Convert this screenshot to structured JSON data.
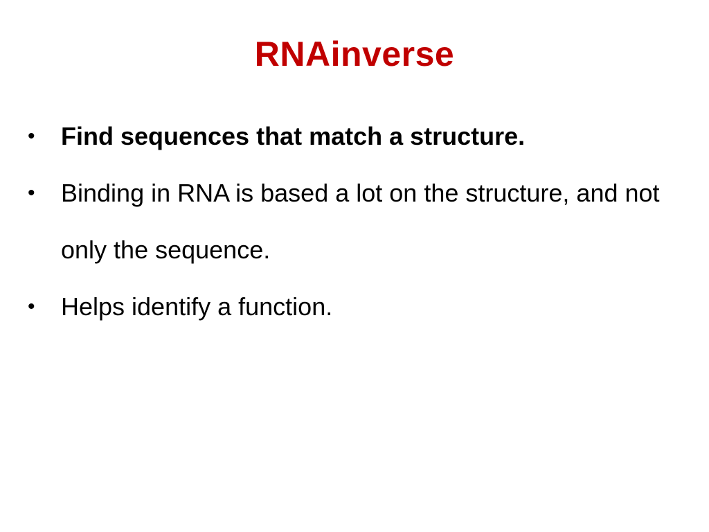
{
  "slide": {
    "title": "RNAinverse",
    "title_color": "#c00000",
    "bullet_symbol": "•",
    "bullets": [
      {
        "text": "Find sequences that match a structure.",
        "bold": true
      },
      {
        "text": "Binding in RNA is based a lot on the structure, and not only the sequence.",
        "bold": false
      },
      {
        "text": "Helps identify a function.",
        "bold": false
      }
    ]
  }
}
